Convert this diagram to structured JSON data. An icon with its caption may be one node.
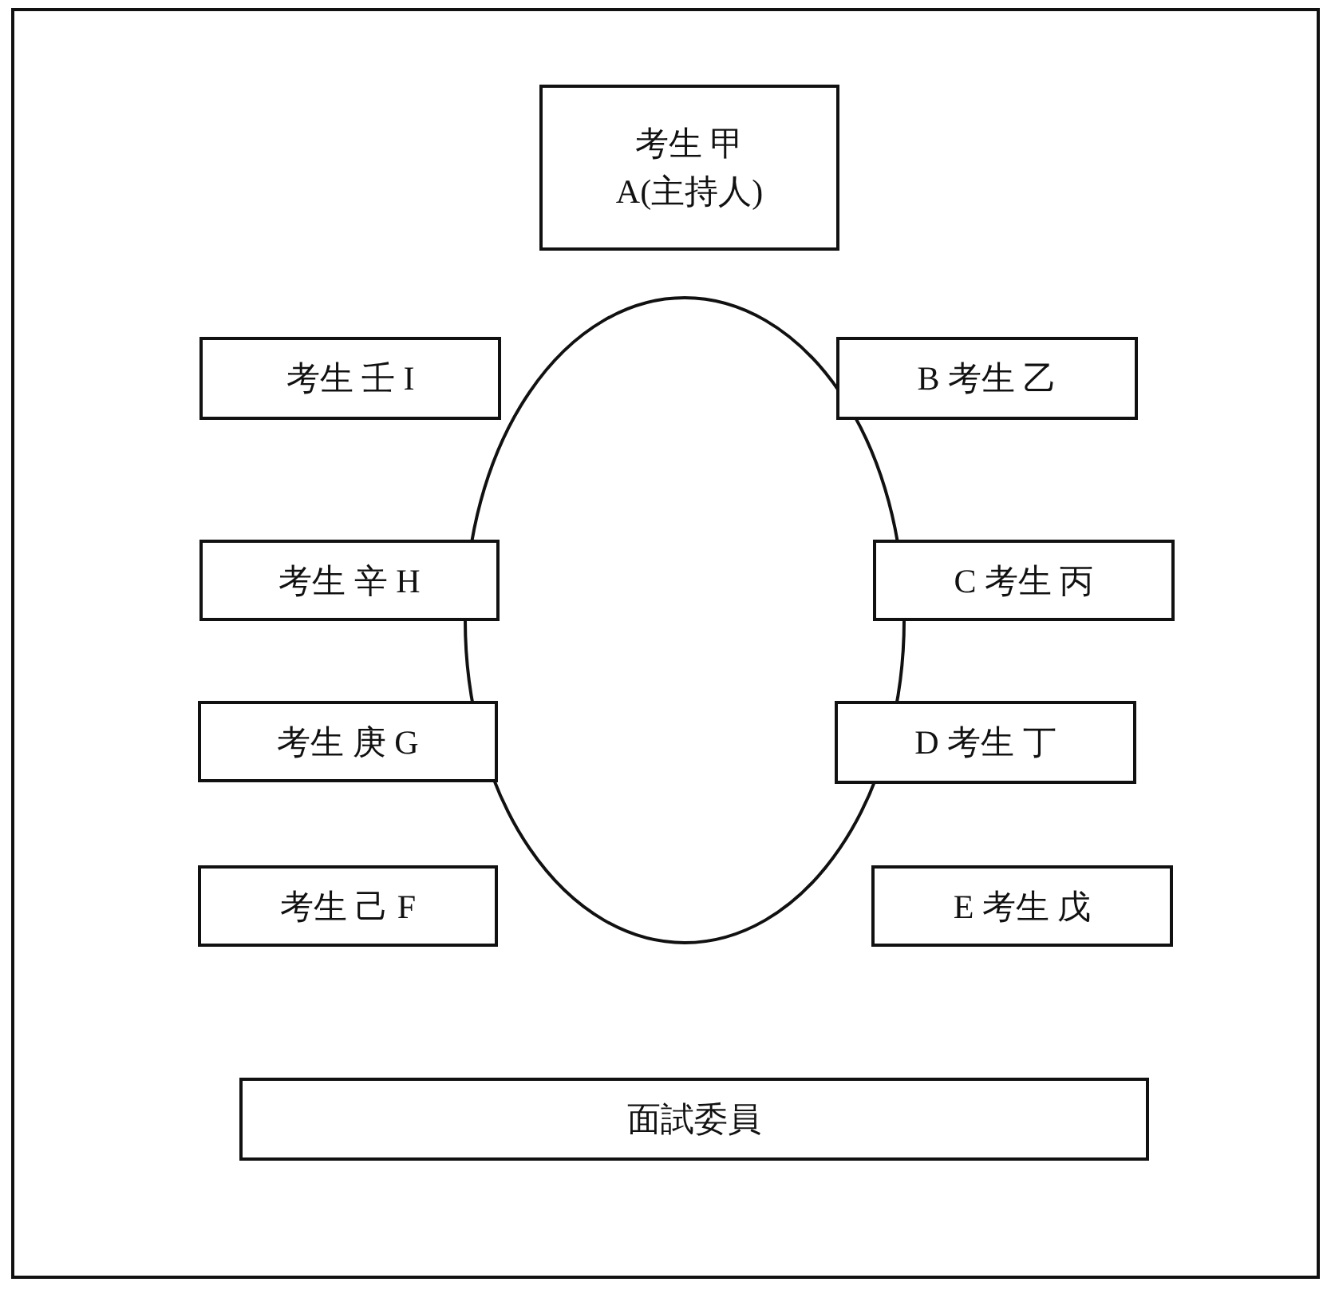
{
  "diagram": {
    "nodes": [
      {
        "text": [
          "考生 甲",
          "A(主持人)"
        ]
      },
      {
        "text": [],
        "shape": "ellipse"
      },
      {
        "text": [
          "考生 壬 I"
        ]
      },
      {
        "text": [
          "B 考生 乙"
        ]
      },
      {
        "text": [
          "考生 辛 H"
        ]
      },
      {
        "text": [
          "C 考生 丙"
        ]
      },
      {
        "text": [
          "考生 庚 G"
        ]
      },
      {
        "text": [
          "D 考生 丁"
        ]
      },
      {
        "text": [
          "考生 己 F"
        ]
      },
      {
        "text": [
          "E 考生 戊"
        ]
      },
      {
        "text": [
          "面試委員"
        ]
      }
    ],
    "edges": []
  }
}
